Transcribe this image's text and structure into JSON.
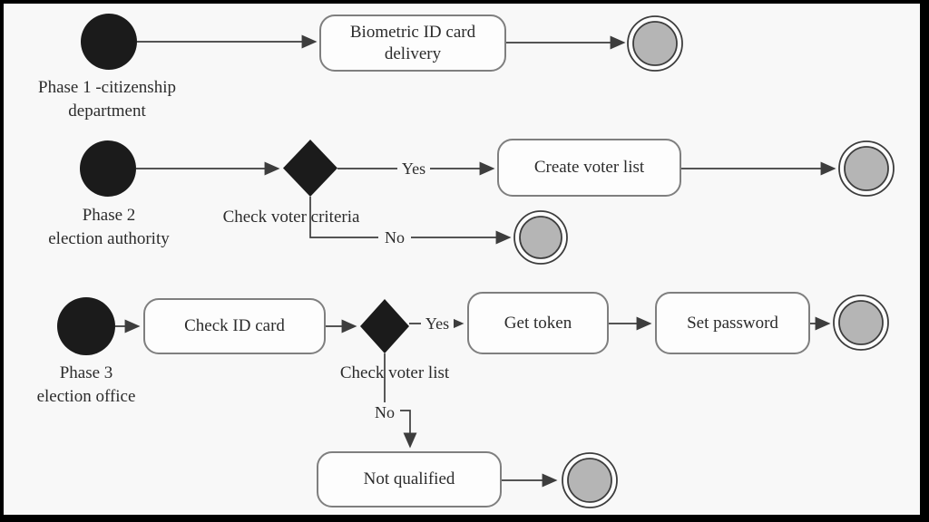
{
  "diagram_type": "activity-flowchart",
  "labels": {
    "phase1_line1": "Phase 1 -citizenship",
    "phase1_line2": "department",
    "phase2_line1": "Phase 2",
    "phase2_line2": "election authority",
    "phase3_line1": "Phase 3",
    "phase3_line2": "election office"
  },
  "nodes": {
    "biometric": "Biometric ID card delivery",
    "create_voter_list": "Create voter list",
    "check_id_card": "Check ID card",
    "get_token": "Get token",
    "set_password": "Set password",
    "not_qualified": "Not qualified"
  },
  "decisions": {
    "check_voter_criteria": "Check voter criteria",
    "check_voter_list": "Check voter list"
  },
  "guards": {
    "yes": "Yes",
    "no": "No"
  },
  "colors": {
    "frame": "#000000",
    "background": "#f8f8f8",
    "line": "#3d3d3d",
    "node_fill": "#1b1b1b",
    "end_fill": "#b5b5b5",
    "box_border": "#7f7f7f",
    "box_fill": "#fdfdfd",
    "text": "#2c2c2c"
  }
}
